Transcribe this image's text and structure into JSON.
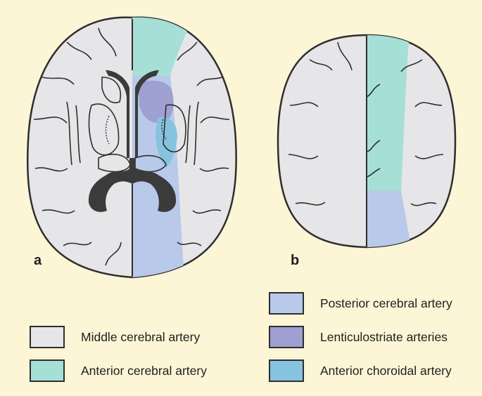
{
  "colors": {
    "background": "#fcf5d6",
    "outline": "#2e2e2e",
    "middle_cerebral": "#e6e6e8",
    "anterior_cerebral": "#a6dfd6",
    "posterior_cerebral": "#b8c9ea",
    "lenticulostriate": "#9ea0d2",
    "anterior_choroidal": "#86c3df",
    "ventricle": "#3b3b3b"
  },
  "panels": {
    "a_label": "a",
    "b_label": "b"
  },
  "legend": {
    "middle_cerebral": "Middle cerebral artery",
    "anterior_cerebral": "Anterior cerebral artery",
    "posterior_cerebral": "Posterior cerebral artery",
    "lenticulostriate": "Lenticulostriate arteries",
    "anterior_choroidal": "Anterior choroidal artery"
  }
}
